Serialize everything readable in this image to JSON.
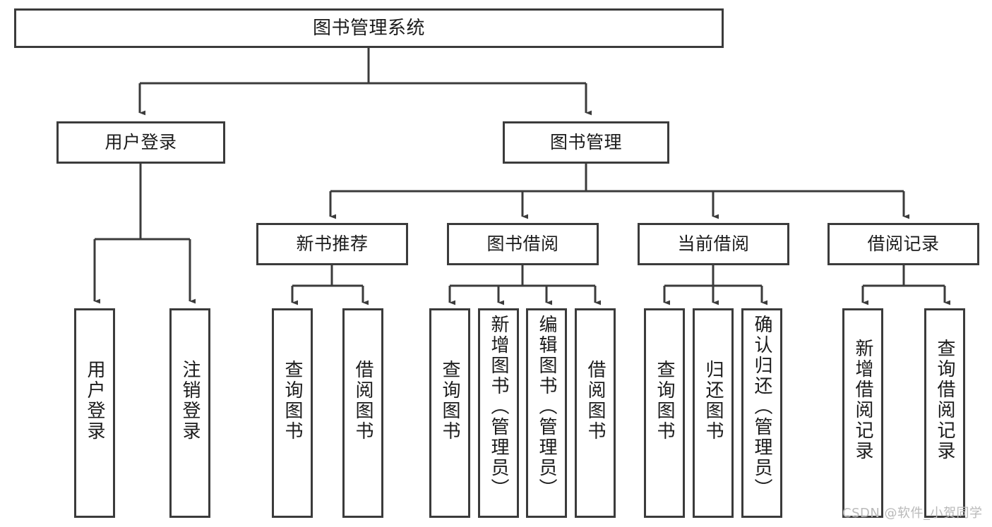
{
  "diagram": {
    "title": "图书管理系统",
    "type": "tree-hierarchy",
    "orientation": "top-down",
    "colors": {
      "box_border": "#3b3b3b",
      "box_fill": "#ffffff",
      "connector": "#3b3b3b",
      "text": "#1b1b1b",
      "watermark": "#b9b9b9",
      "background": "#ffffff"
    },
    "nodes": {
      "root": {
        "label": "图书管理系统"
      },
      "user_login": {
        "label": "用户登录"
      },
      "book_manage": {
        "label": "图书管理"
      },
      "new_book_rec": {
        "label": "新书推荐"
      },
      "book_borrow": {
        "label": "图书借阅"
      },
      "current_borrow": {
        "label": "当前借阅"
      },
      "borrow_record": {
        "label": "借阅记录"
      },
      "leaf_user_login": {
        "label": "用户登录"
      },
      "leaf_user_logout": {
        "label": "注销登录"
      },
      "leaf_rec_query": {
        "label": "查询图书"
      },
      "leaf_rec_borrow": {
        "label": "借阅图书"
      },
      "leaf_borrow_query": {
        "label": "查询图书"
      },
      "leaf_borrow_add": {
        "label": "新增图书（管理员）"
      },
      "leaf_borrow_edit": {
        "label": "编辑图书（管理员）"
      },
      "leaf_borrow_take": {
        "label": "借阅图书"
      },
      "leaf_current_query": {
        "label": "查询图书"
      },
      "leaf_current_return": {
        "label": "归还图书"
      },
      "leaf_current_confirm": {
        "label": "确认归还（管理员）"
      },
      "leaf_record_add": {
        "label": "新增借阅记录"
      },
      "leaf_record_query": {
        "label": "查询借阅记录"
      }
    }
  },
  "watermark": {
    "text": "CSDN @软件_小贺同学"
  }
}
